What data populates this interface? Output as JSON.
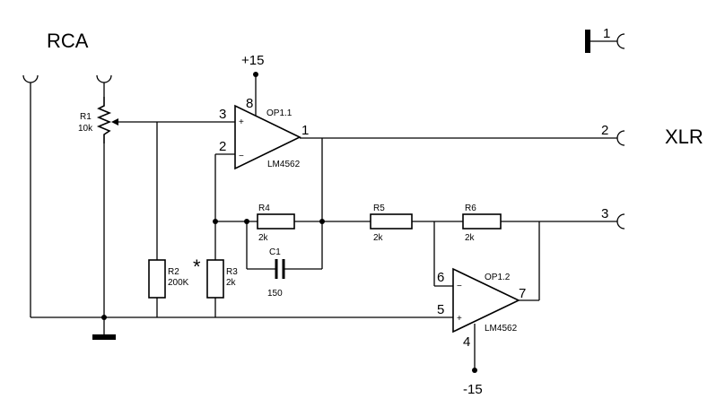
{
  "connectors": {
    "rca": "RCA",
    "xlr": "XLR",
    "xlr_pin1": "1",
    "xlr_pin2": "2",
    "xlr_pin3": "3"
  },
  "supply": {
    "positive": "+15",
    "negative": "-15"
  },
  "resistors": {
    "r1": {
      "name": "R1",
      "value": "10k"
    },
    "r2": {
      "name": "R2",
      "value": "200K"
    },
    "r3": {
      "name": "R3",
      "value": "2k",
      "mark": "*"
    },
    "r4": {
      "name": "R4",
      "value": "2k"
    },
    "r5": {
      "name": "R5",
      "value": "2k"
    },
    "r6": {
      "name": "R6",
      "value": "2k"
    }
  },
  "capacitors": {
    "c1": {
      "name": "C1",
      "value": "150"
    }
  },
  "opamps": {
    "op1": {
      "name": "OP1.1",
      "part": "LM4562",
      "pin_out": "1",
      "pin_inv": "2",
      "pin_noninv": "3",
      "pin_supply": "8"
    },
    "op2": {
      "name": "OP1.2",
      "part": "LM4562",
      "pin_out": "7",
      "pin_inv": "6",
      "pin_noninv": "5",
      "pin_supply": "4"
    }
  }
}
